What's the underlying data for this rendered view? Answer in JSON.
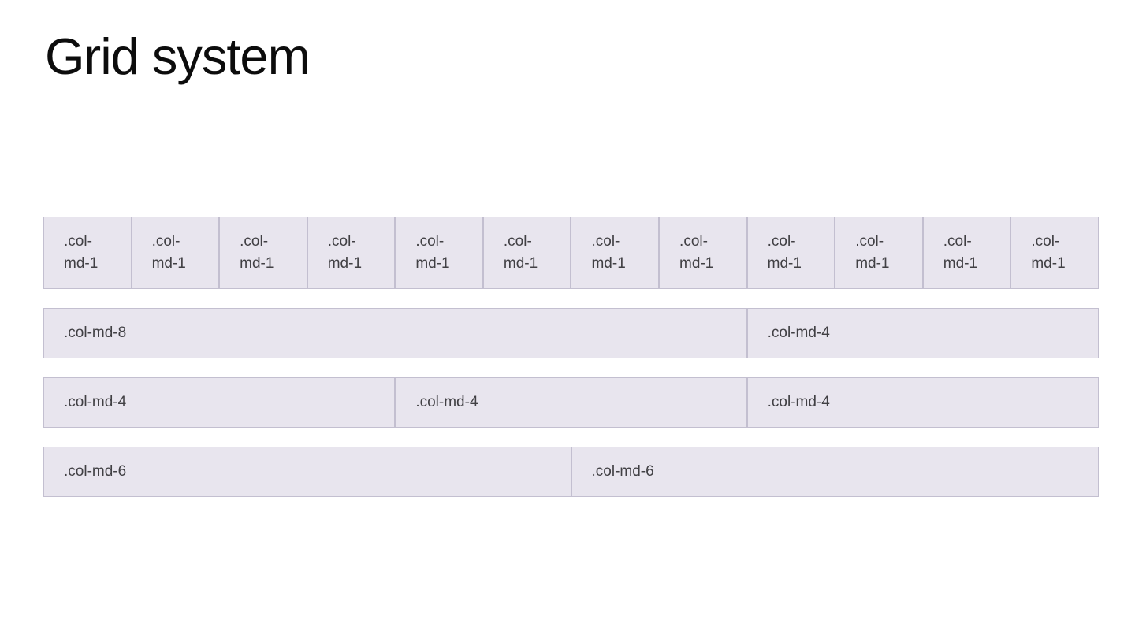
{
  "page": {
    "title": "Grid system"
  },
  "colors": {
    "cell_bg": "#e8e5ee",
    "cell_border": "#c3bfd0",
    "cell_text": "#414044",
    "title": "#0c0c0c",
    "page_bg": "#ffffff"
  },
  "grid": {
    "columns_total": 12,
    "rows": [
      {
        "cols": [
          {
            "span": 1,
            "label": ".col-md-1"
          },
          {
            "span": 1,
            "label": ".col-md-1"
          },
          {
            "span": 1,
            "label": ".col-md-1"
          },
          {
            "span": 1,
            "label": ".col-md-1"
          },
          {
            "span": 1,
            "label": ".col-md-1"
          },
          {
            "span": 1,
            "label": ".col-md-1"
          },
          {
            "span": 1,
            "label": ".col-md-1"
          },
          {
            "span": 1,
            "label": ".col-md-1"
          },
          {
            "span": 1,
            "label": ".col-md-1"
          },
          {
            "span": 1,
            "label": ".col-md-1"
          },
          {
            "span": 1,
            "label": ".col-md-1"
          },
          {
            "span": 1,
            "label": ".col-md-1"
          }
        ]
      },
      {
        "cols": [
          {
            "span": 8,
            "label": ".col-md-8"
          },
          {
            "span": 4,
            "label": ".col-md-4"
          }
        ]
      },
      {
        "cols": [
          {
            "span": 4,
            "label": ".col-md-4"
          },
          {
            "span": 4,
            "label": ".col-md-4"
          },
          {
            "span": 4,
            "label": ".col-md-4"
          }
        ]
      },
      {
        "cols": [
          {
            "span": 6,
            "label": ".col-md-6"
          },
          {
            "span": 6,
            "label": ".col-md-6"
          }
        ]
      }
    ]
  }
}
